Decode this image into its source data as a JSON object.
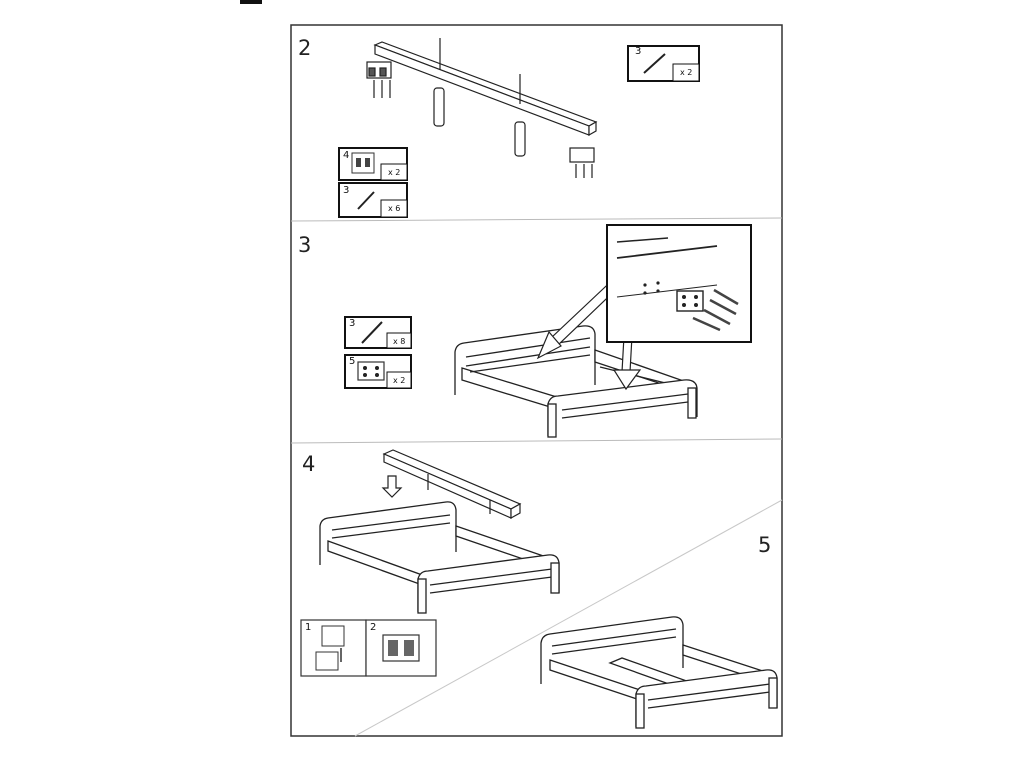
{
  "document": {
    "type": "assembly-instructions",
    "steps": [
      {
        "number": "2",
        "parts": [
          {
            "part": "3",
            "qty": "x 2",
            "icon": "screw-icon"
          },
          {
            "part": "4",
            "qty": "x 2",
            "icon": "bracket-icon"
          },
          {
            "part": "3",
            "qty": "x 6",
            "icon": "screw-icon"
          }
        ]
      },
      {
        "number": "3",
        "parts": [
          {
            "part": "3",
            "qty": "x 8",
            "icon": "screw-icon"
          },
          {
            "part": "5",
            "qty": "x 2",
            "icon": "plate-icon"
          }
        ]
      },
      {
        "number": "4",
        "details": [
          {
            "label": "1",
            "icon": "bracket-insert-icon"
          },
          {
            "label": "2",
            "icon": "plate-bracket-icon"
          }
        ]
      },
      {
        "number": "5"
      }
    ]
  },
  "colors": {
    "paper": "#ffffff",
    "ink": "#1e1e1e",
    "frame": "#3a3a3a"
  }
}
